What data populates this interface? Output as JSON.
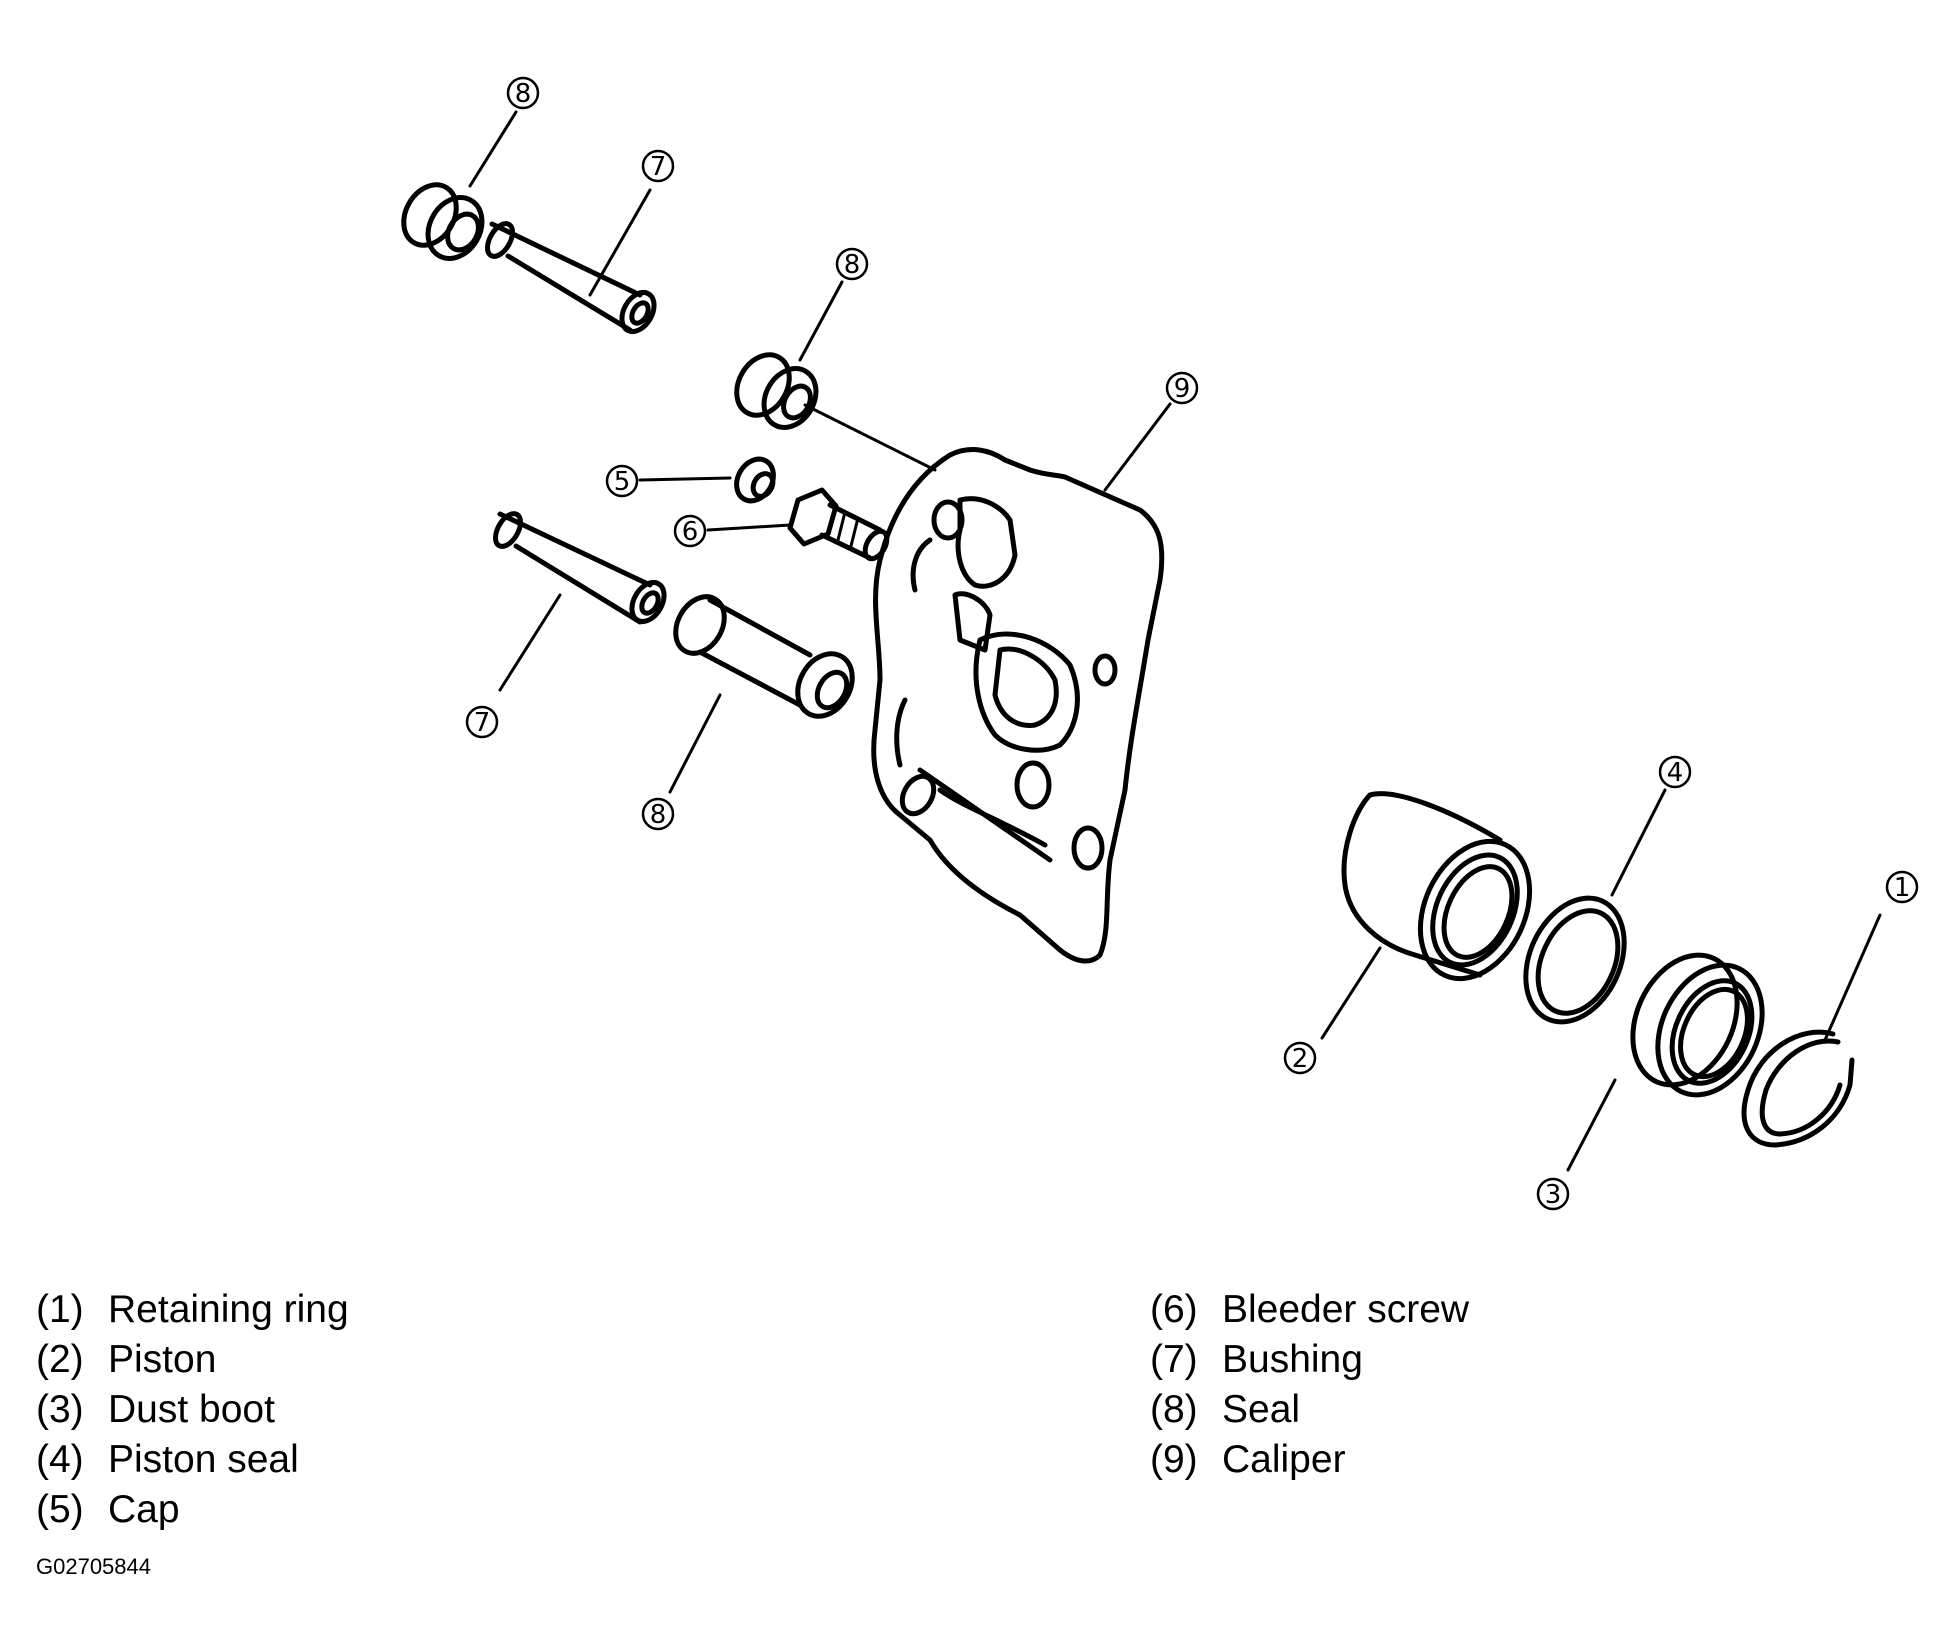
{
  "diagram": {
    "callouts": {
      "seal_top": "8",
      "bushing_top": "7",
      "seal_mid": "8",
      "caliper": "9",
      "cap": "5",
      "bleeder": "6",
      "bushing_low": "7",
      "seal_low": "8",
      "piston_seal": "4",
      "retaining_ring": "1",
      "piston": "2",
      "dust_boot": "3"
    }
  },
  "legend": {
    "left": [
      {
        "num": "(1)",
        "label": "Retaining ring"
      },
      {
        "num": "(2)",
        "label": "Piston"
      },
      {
        "num": "(3)",
        "label": "Dust boot"
      },
      {
        "num": "(4)",
        "label": "Piston seal"
      },
      {
        "num": "(5)",
        "label": "Cap"
      }
    ],
    "right": [
      {
        "num": "(6)",
        "label": "Bleeder screw"
      },
      {
        "num": "(7)",
        "label": "Bushing"
      },
      {
        "num": "(8)",
        "label": "Seal"
      },
      {
        "num": "(9)",
        "label": "Caliper"
      }
    ]
  },
  "figure_id": "G02705844"
}
